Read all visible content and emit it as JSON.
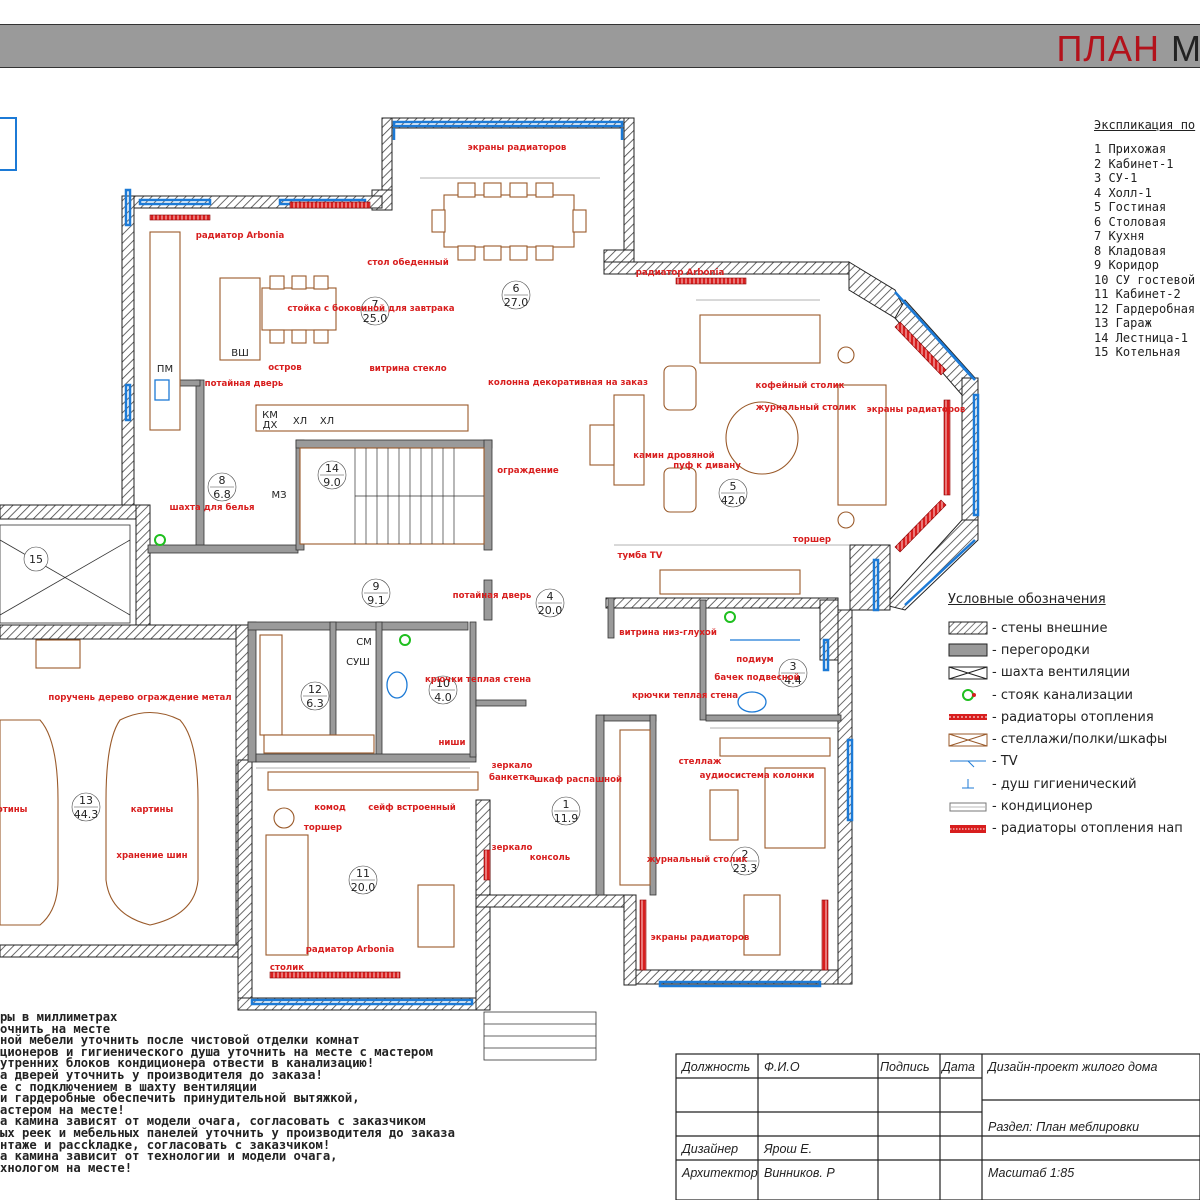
{
  "header": {
    "title_red": "ПЛАН",
    "title_dark": "М"
  },
  "explication": {
    "title": "Экспликация по",
    "rooms": [
      "1 Прихожая",
      "2 Кабинет-1",
      "3 СУ-1",
      "4 Холл-1",
      "5 Гостиная",
      "6 Столовая",
      "7 Кухня",
      "8 Кладовая",
      "9 Коридор",
      "10 СУ гостевой",
      "11 Кабинет-2",
      "12 Гардеробная",
      "13 Гараж",
      "14 Лестница-1",
      "15 Котельная"
    ]
  },
  "legend": {
    "title": "Условные обозначения",
    "items": [
      {
        "symbol": "hatch-wall-icon",
        "label": "- стены внешние"
      },
      {
        "symbol": "partition-icon",
        "label": "- перегородки"
      },
      {
        "symbol": "ventilation-shaft-icon",
        "label": "- шахта вентиляции"
      },
      {
        "symbol": "sewer-riser-icon",
        "label": "- стояк канализации"
      },
      {
        "symbol": "radiator-icon",
        "label": "- радиаторы отопления"
      },
      {
        "symbol": "shelf-icon",
        "label": "- стеллажи/полки/шкафы"
      },
      {
        "symbol": "tv-icon",
        "label": "- TV"
      },
      {
        "symbol": "shower-icon",
        "label": "- душ гигиенический"
      },
      {
        "symbol": "conditioner-icon",
        "label": "- кондиционер"
      },
      {
        "symbol": "floor-radiator-icon",
        "label": "- радиаторы отопления нап"
      }
    ]
  },
  "rooms": [
    {
      "num": "1",
      "area": "11.9"
    },
    {
      "num": "2",
      "area": "23.3"
    },
    {
      "num": "3",
      "area": "4.4"
    },
    {
      "num": "4",
      "area": "20.0"
    },
    {
      "num": "5",
      "area": "42.0"
    },
    {
      "num": "6",
      "area": "27.0"
    },
    {
      "num": "7",
      "area": "25.0"
    },
    {
      "num": "8",
      "area": "6.8"
    },
    {
      "num": "9",
      "area": "9.1"
    },
    {
      "num": "10",
      "area": "4.0"
    },
    {
      "num": "11",
      "area": "20.0"
    },
    {
      "num": "12",
      "area": "6.3"
    },
    {
      "num": "13",
      "area": "44.3"
    },
    {
      "num": "14",
      "area": "9.0"
    },
    {
      "num": "15",
      "area": ""
    }
  ],
  "annotations": {
    "screens_radiators": "экраны радиаторов",
    "table_dining": "стол обеденный",
    "radiator_arbonia": "радиатор Arbonia",
    "bar_counter": "стойка с боковиной для завтрака",
    "island": "остров",
    "hidden_door": "потайная дверь",
    "vitrine_glass": "витрина стекло",
    "decor_column": "колонна декоративная на заказ",
    "fireplace": "камин дровяной",
    "pouf": "пуф к дивану",
    "coffee_table": "кофейный столик",
    "magazine_table": "журнальный столик",
    "floor_lamp": "торшер",
    "fence": "ограждение",
    "tv_stand": "тумба TV",
    "linen_shaft": "шахта для белья",
    "vitrine_low": "витрина низ-глухой",
    "podium": "подиум",
    "tank_hanging": "бачек подвесной",
    "hooks_warm_wall": "крючки теплая стена",
    "niches": "ниши",
    "mirror": "зеркало",
    "bench": "банкетка",
    "wardrobe_swing": "шкаф распашной",
    "console": "консоль",
    "shelving": "стеллаж",
    "audio_columns": "аудиосистема колонки",
    "dresser": "комод",
    "safe": "сейф встроенный",
    "table_small": "столик",
    "handrail": "поручень дерево ограждение метал",
    "pictures": "картины",
    "pictures_left": "ртины",
    "tire_storage": "хранение шин",
    "vsh": "ВШ",
    "pm": "ПМ",
    "km": "КМ",
    "dkh": "ДХ",
    "khl": "ХЛ",
    "mz": "МЗ",
    "sm": "СМ",
    "sush": "СУШ"
  },
  "notes": [
    "ры в миллиметрах",
    "очнить на месте",
    "ной мебели уточнить после чистовой отделки комнат",
    "ционеров и гигиенического душа уточнить на месте с мастером",
    "утренних блоков кондиционера отвести в канализацию!",
    "а дверей уточнить у производителя до заказа!",
    "е с подключением в шахту вентиляции",
    "и гардеробные обеспечить принудительной вытяжкой,",
    "астером на месте!",
    "а камина зависят от модели очага, согласовать с заказчиком",
    "ых реек и мебельных панелей уточнить у производителя до заказа",
    "нтаже и рассkладке, согласовать с заказчиком!",
    "а камина зависит от технологии и модели очага,",
    "хнологом на месте!"
  ],
  "stamp": {
    "col_position": "Должность",
    "col_name": "Ф.И.О",
    "col_sign": "Подпись",
    "col_date": "Дата",
    "project": "Дизайн-проект жилого дома",
    "section": "Раздел: План меблировки",
    "role_designer": "Дизайнер",
    "name_designer": "Ярош Е.",
    "role_architect": "Архитектор",
    "name_architect": "Винников. Р",
    "scale": "Масштаб  1:85"
  },
  "colors": {
    "wall_hatch": "#555555",
    "annotation_red": "#d81e1e",
    "furniture_brown": "#9a5a2a",
    "window_blue": "#1c7ad6",
    "title_band": "#9a9a9a"
  }
}
